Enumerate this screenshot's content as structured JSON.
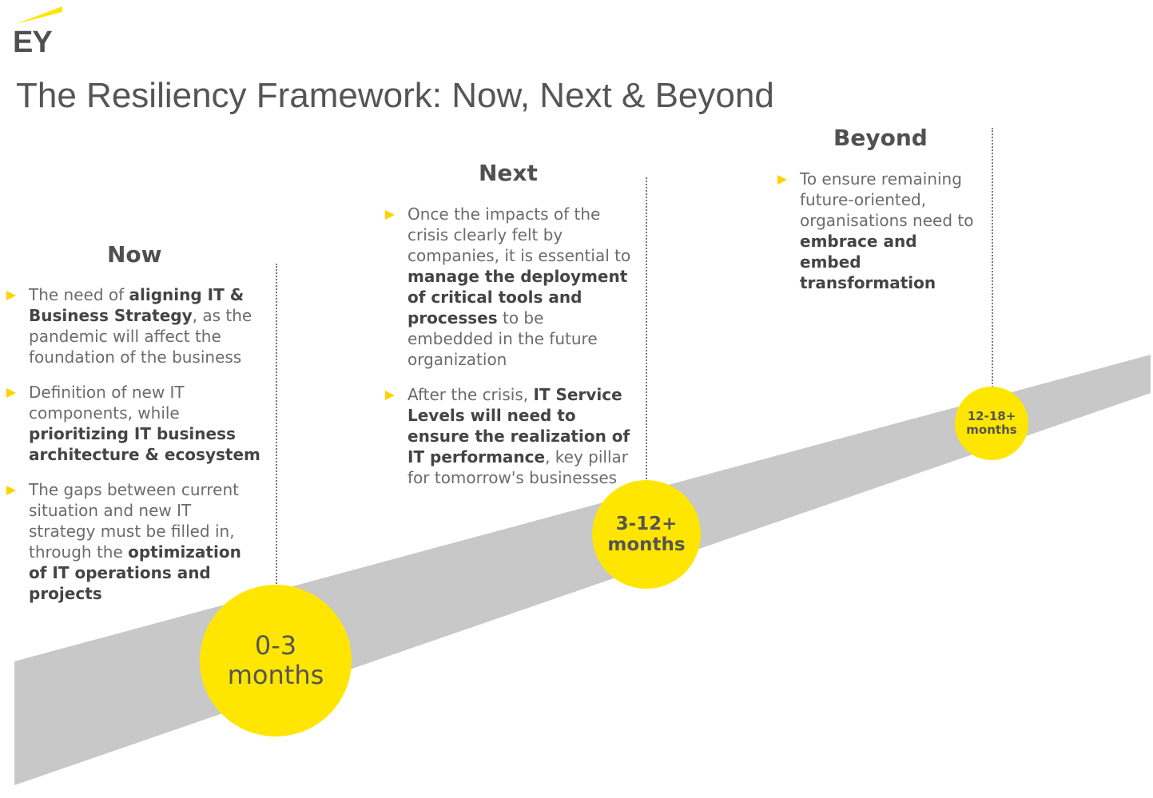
{
  "brand": {
    "logo_text": "EY",
    "accent_color": "#ffe600",
    "road_color": "#c8c8c8"
  },
  "title": "The Resiliency Framework: Now, Next & Beyond",
  "phases": [
    {
      "heading": "Now",
      "milestone": {
        "line1": "0-3",
        "line2": "months"
      },
      "bullets": [
        [
          [
            "The need of ",
            false
          ],
          [
            "aligning IT & Business Strategy",
            true
          ],
          [
            ", as the pandemic will affect the foundation of the business",
            false
          ]
        ],
        [
          [
            "Definition of new IT components, while ",
            false
          ],
          [
            "prioritizing IT business architecture & ecosystem",
            true
          ]
        ],
        [
          [
            "The gaps between current situation and new IT strategy must be filled in, through the ",
            false
          ],
          [
            "optimization of IT operations and projects",
            true
          ]
        ]
      ]
    },
    {
      "heading": "Next",
      "milestone": {
        "line1": "3-12+",
        "line2": "months"
      },
      "bullets": [
        [
          [
            "Once the impacts of the crisis clearly felt by companies, it is essential to ",
            false
          ],
          [
            "manage the deployment of critical tools and processes",
            true
          ],
          [
            " to be embedded in the future organization",
            false
          ]
        ],
        [
          [
            "After the crisis, ",
            false
          ],
          [
            "IT Service Levels will need to ensure the realization of IT performance",
            true
          ],
          [
            ", key pillar for tomorrow's businesses",
            false
          ]
        ]
      ]
    },
    {
      "heading": "Beyond",
      "milestone": {
        "line1": "12-18+",
        "line2": "months"
      },
      "bullets": [
        [
          [
            "To ensure remaining future-oriented, organisations need to ",
            false
          ],
          [
            "embrace and embed transformation",
            true
          ]
        ]
      ]
    }
  ]
}
